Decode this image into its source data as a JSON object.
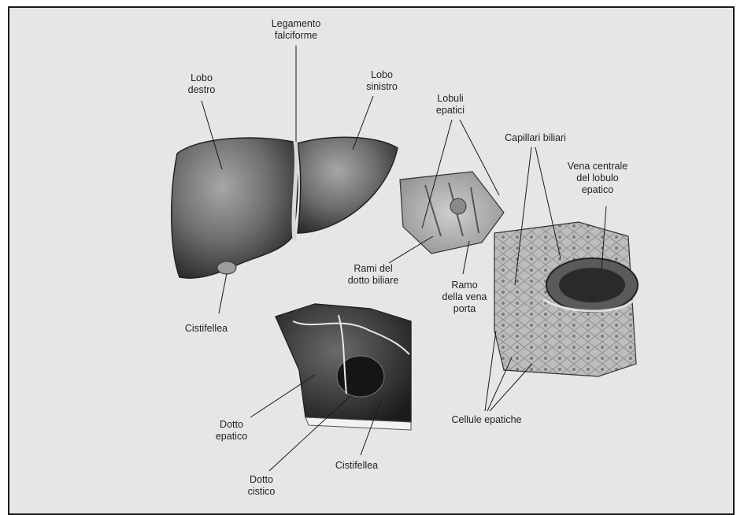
{
  "labels": {
    "legamento": "Legamento\nfalciforme",
    "lobo_destro": "Lobo\ndestro",
    "lobo_sinistro": "Lobo\nsinistro",
    "lobuli": "Lobuli\nepatici",
    "capillari": "Capillari biliari",
    "vena_centrale": "Vena centrale\ndel lobulo\nepatico",
    "rami_dotto": "Rami del\ndotto biliare",
    "ramo_vena": "Ramo\ndella vena\nporta",
    "cistifellea_1": "Cistifellea",
    "dotto_epatico": "Dotto\nepatico",
    "dotto_cistico": "Dotto\ncistico",
    "cistifellea_2": "Cistifellea",
    "cellule": "Cellule epatiche"
  }
}
